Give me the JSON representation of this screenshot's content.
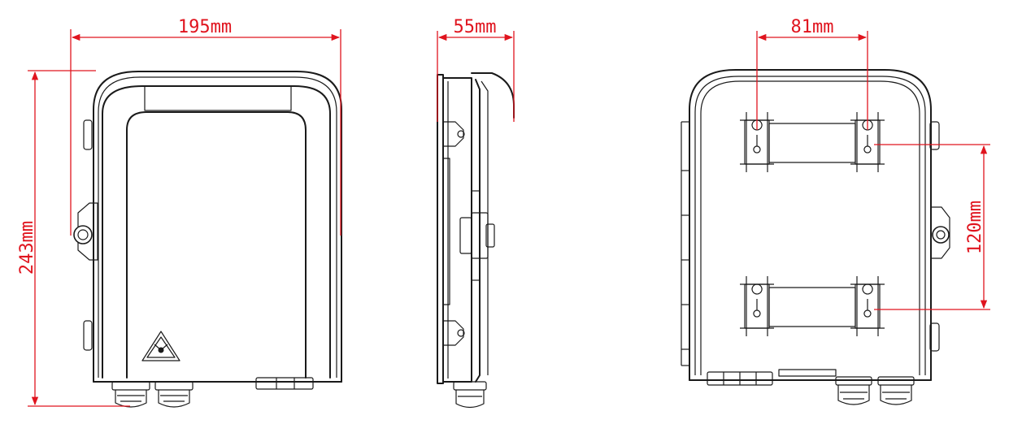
{
  "colors": {
    "dimension_line": "#e0141e",
    "outline": "#1a1a1a",
    "background": "#ffffff"
  },
  "dimensions": {
    "width": "195mm",
    "depth": "55mm",
    "hole_spacing_horizontal": "81mm",
    "hole_spacing_vertical": "120mm",
    "height": "243mm"
  },
  "icons": {
    "warning": "laser-warning-icon"
  }
}
